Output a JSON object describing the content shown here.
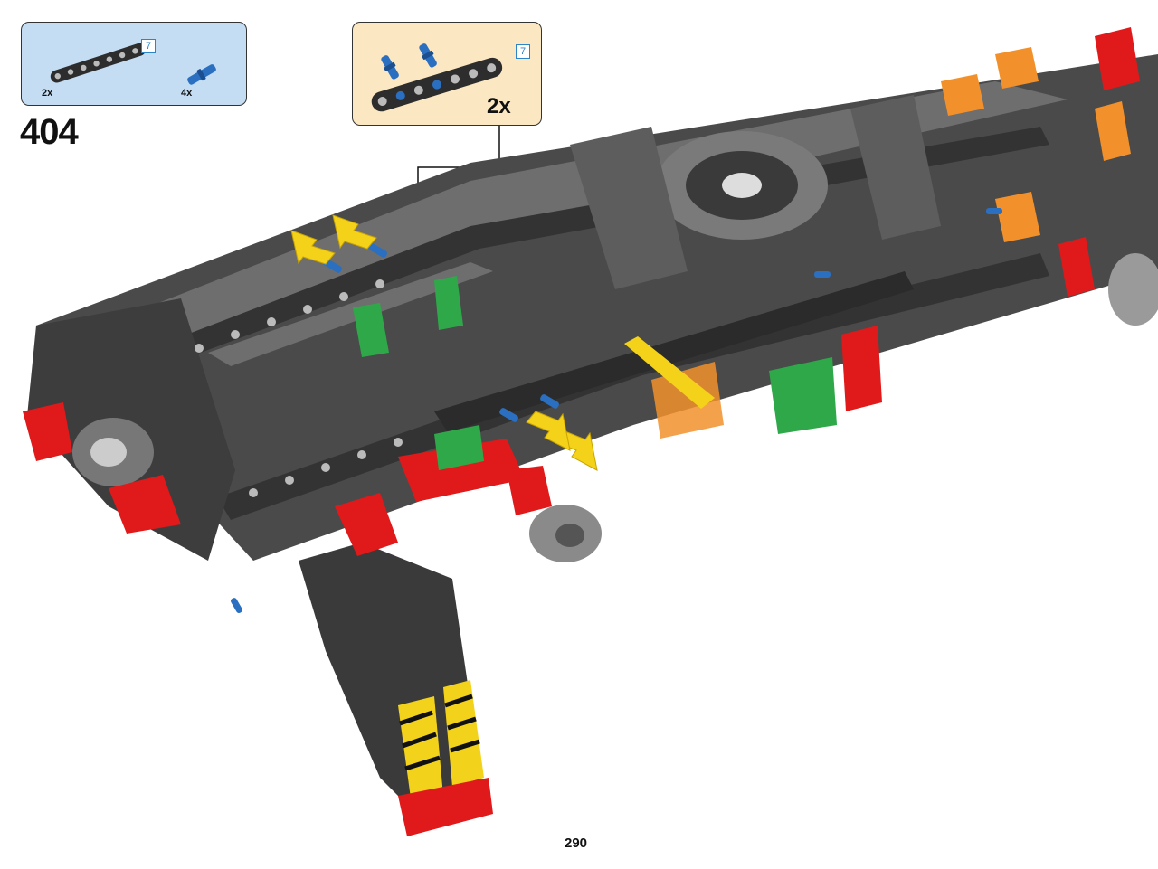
{
  "parts_callout": {
    "beam_qty": "2x",
    "beam_length": "7",
    "pin_qty": "4x"
  },
  "step": {
    "number": "404"
  },
  "subassembly": {
    "beam_length": "7",
    "count": "2x"
  },
  "page": {
    "number": "290"
  },
  "colors": {
    "parts_bg": "#c4ddf3",
    "subassembly_bg": "#fbe7c2",
    "beam_dark": "#3a3a3a",
    "beam_light": "#9a9a9a",
    "pin_blue": "#2a6fc0",
    "accent_red": "#e01a1a",
    "accent_orange": "#f2912b",
    "accent_green": "#2fa84a",
    "accent_yellow": "#f5d21a"
  },
  "icons": [
    "beam-7-icon",
    "blue-pin-icon",
    "assembly-arrow-icon",
    "insert-arrow-icon",
    "model-illustration"
  ]
}
